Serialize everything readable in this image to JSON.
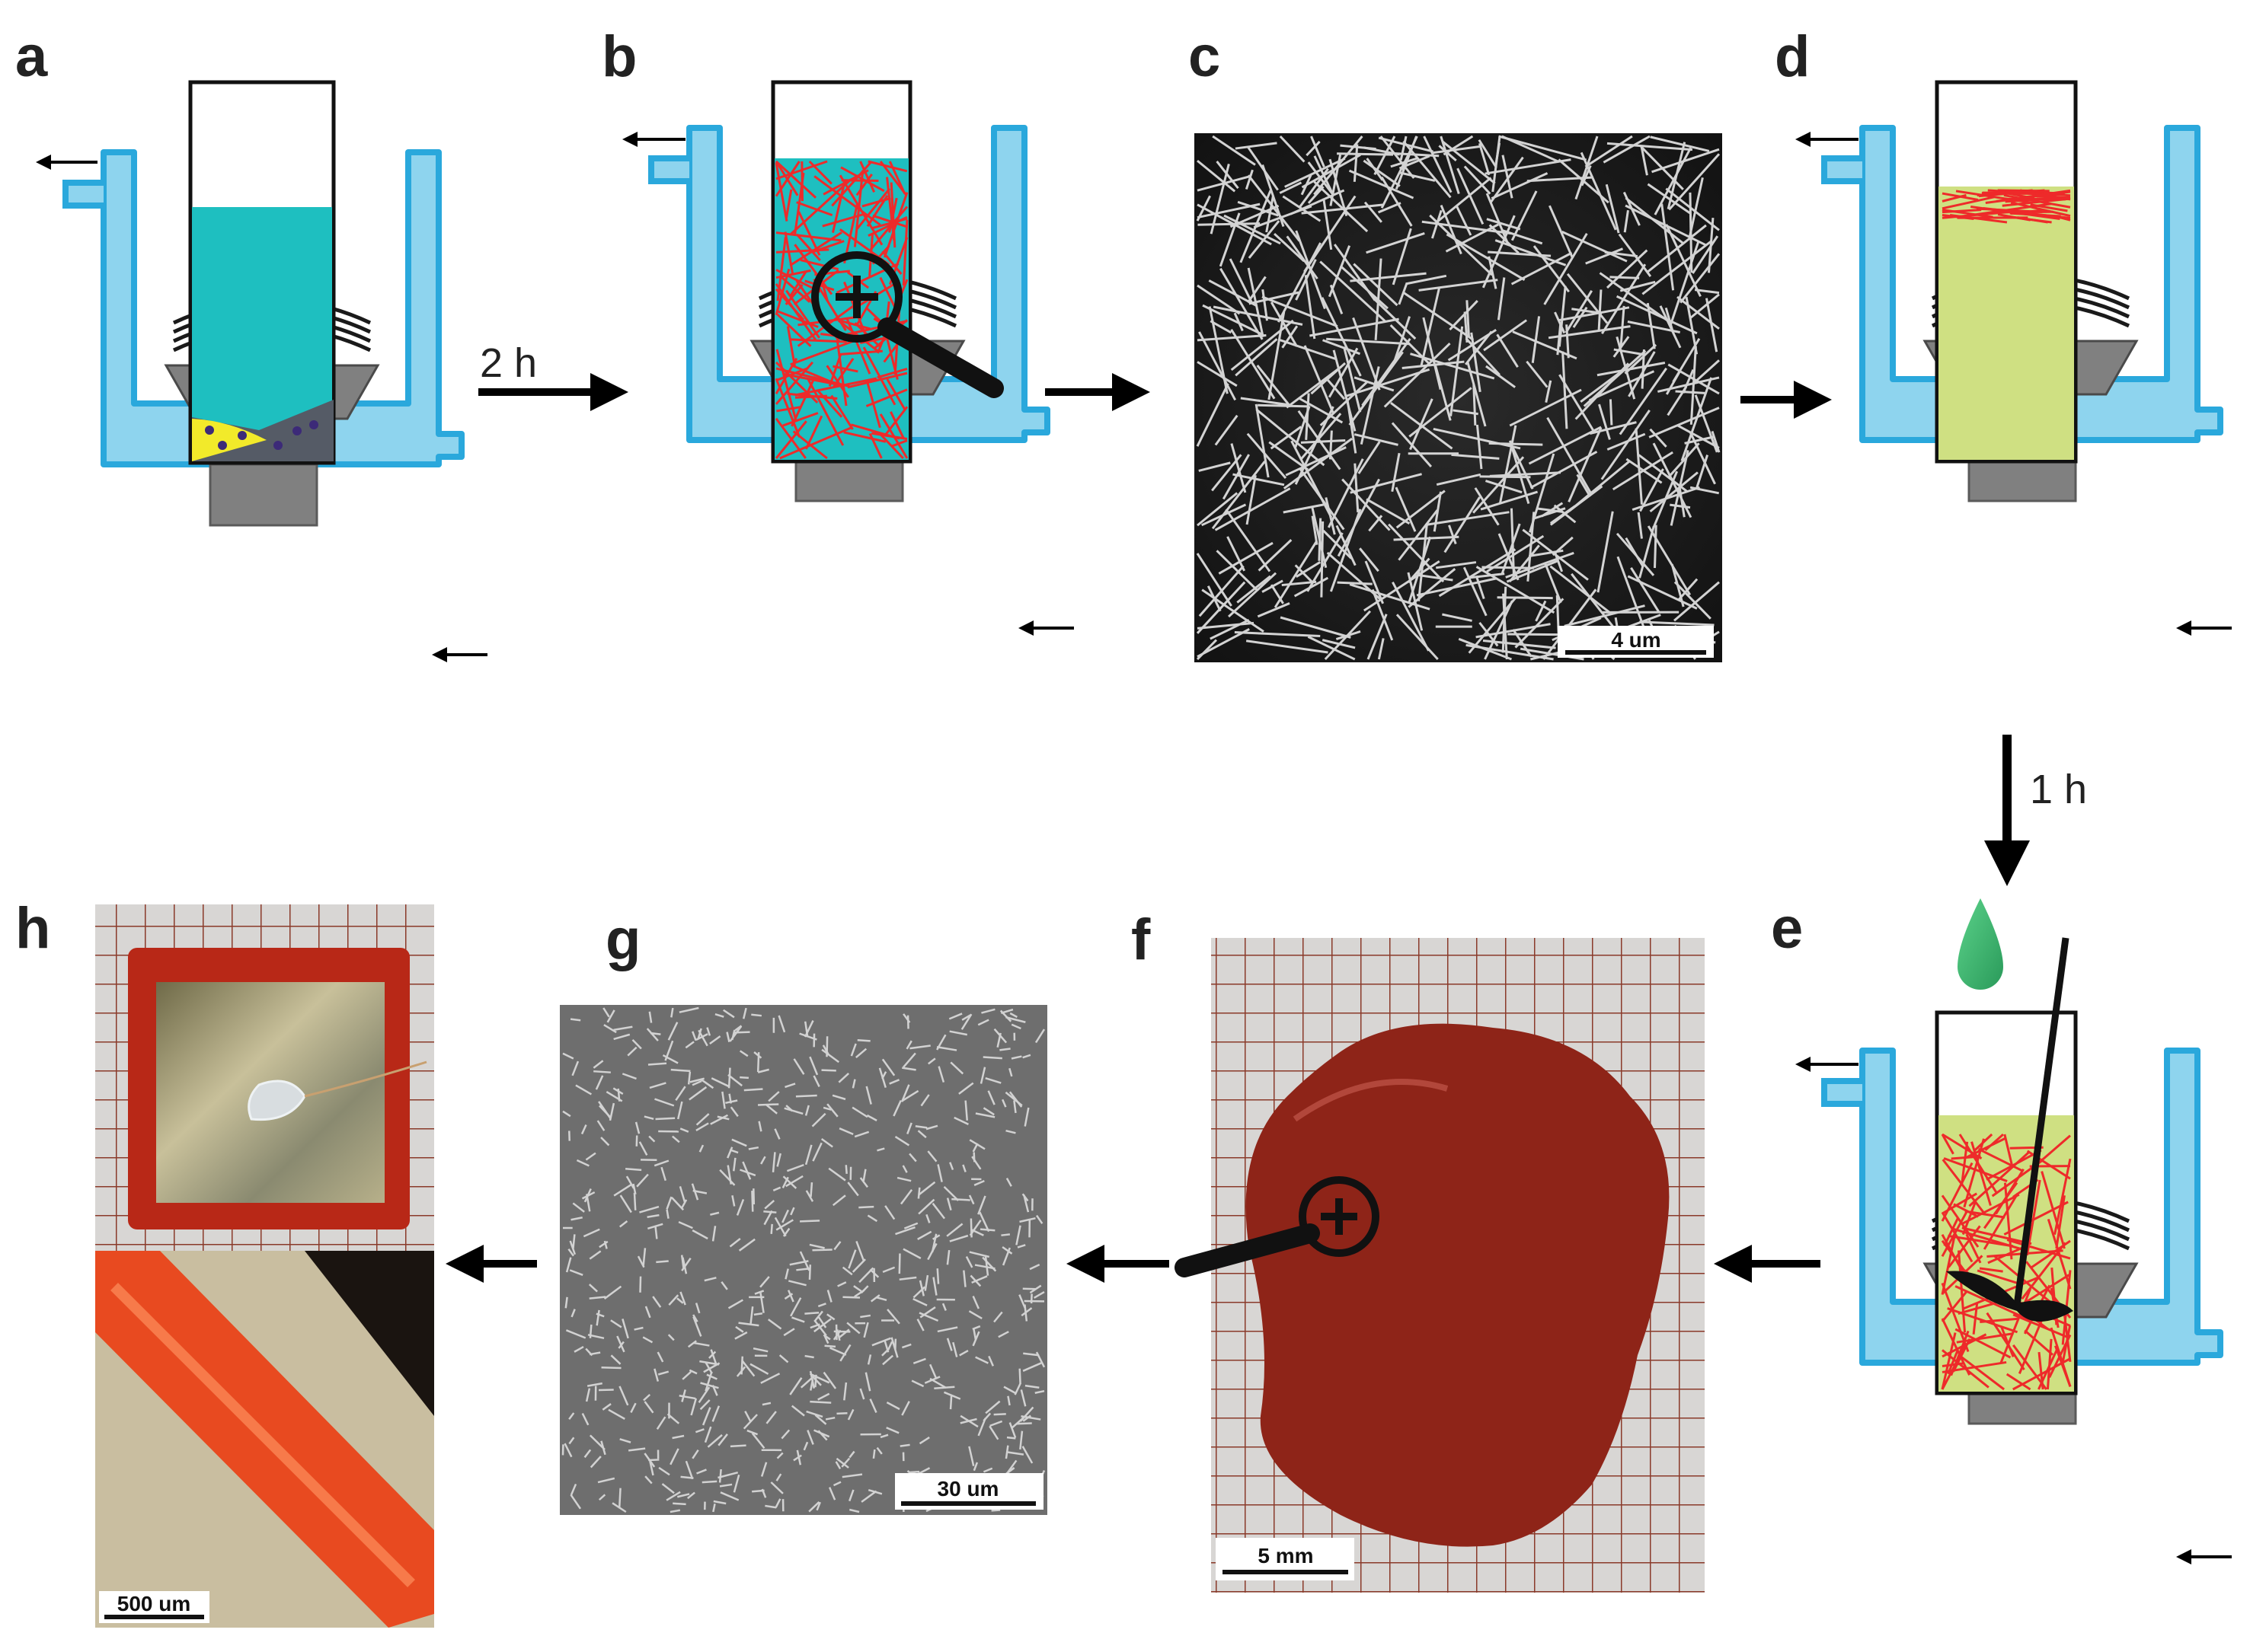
{
  "panels": {
    "a": "a",
    "b": "b",
    "c": "c",
    "d": "d",
    "e": "e",
    "f": "f",
    "g": "g",
    "h": "h"
  },
  "steps": {
    "a_to_b": "2 h",
    "d_to_e": "1 h"
  },
  "scale_bars": {
    "c": "4 um",
    "g": "30 um",
    "f": "5 mm",
    "h": "500 um"
  },
  "colors": {
    "jacket": "#8ed4ee",
    "jacket_stroke": "#2aa8dc",
    "solution_a": "#1ebfc0",
    "solution_d": "#cfe082",
    "fibers": "#ee2a2a",
    "powder": "#f2ea2a",
    "sediment": "#555b66",
    "dots": "#3c2a78",
    "stirrer": "#808080",
    "droplet": "#3aa66a",
    "gel": "#8e2418",
    "film_frame": "#b82817"
  }
}
